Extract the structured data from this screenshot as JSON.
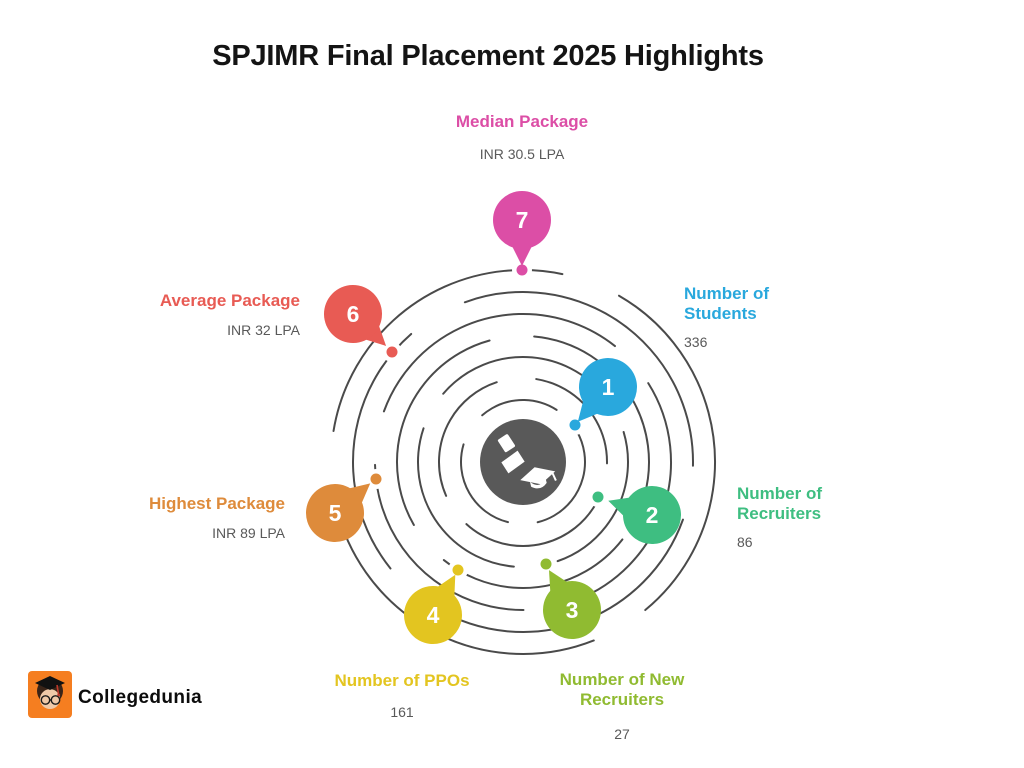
{
  "title": "SPJIMR Final Placement 2025 Highlights",
  "chart_data": {
    "type": "infographic-spiral",
    "title": "SPJIMR Final Placement 2025 Highlights",
    "items": [
      {
        "number": "1",
        "label": "Number of Students",
        "value": "336",
        "color": "#29A8DD"
      },
      {
        "number": "2",
        "label": "Number of Recruiters",
        "value": "86",
        "color": "#3EBE81"
      },
      {
        "number": "3",
        "label": "Number of New Recruiters",
        "value": "27",
        "color": "#90BB31"
      },
      {
        "number": "4",
        "label": "Number of PPOs",
        "value": "161",
        "color": "#E3C520"
      },
      {
        "number": "5",
        "label": "Highest Package",
        "value": "INR 89 LPA",
        "color": "#DE8B3B"
      },
      {
        "number": "6",
        "label": "Average Package",
        "value": "INR 32 LPA",
        "color": "#E85B54"
      },
      {
        "number": "7",
        "label": "Median Package",
        "value": "INR 30.5 LPA",
        "color": "#DC4EA6"
      }
    ]
  },
  "items": [
    {
      "number": "1",
      "label": "Number of Students",
      "value": "336",
      "color": "#29A8DD"
    },
    {
      "number": "2",
      "label": "Number of Recruiters",
      "value": "86",
      "color": "#3EBE81"
    },
    {
      "number": "3",
      "label": "Number of New Recruiters",
      "value": "27",
      "color": "#90BB31"
    },
    {
      "number": "4",
      "label": "Number of PPOs",
      "value": "161",
      "color": "#E3C520"
    },
    {
      "number": "5",
      "label": "Highest Package",
      "value": "INR 89 LPA",
      "color": "#DE8B3B"
    },
    {
      "number": "6",
      "label": "Average Package",
      "value": "INR 32 LPA",
      "color": "#E85B54"
    },
    {
      "number": "7",
      "label": "Median Package",
      "value": "INR 30.5 LPA",
      "color": "#DC4EA6"
    }
  ],
  "center": {
    "icon": "graduation-cap-icon",
    "circle_color": "#595959"
  },
  "style": {
    "arc_color": "#4A4A4A",
    "value_text_color": "#595959",
    "title_color": "#141414"
  },
  "brand": {
    "name": "Collegedunia",
    "logo_bg": "#F57E20",
    "logo_icon": "collegedunia-mascot-icon"
  }
}
